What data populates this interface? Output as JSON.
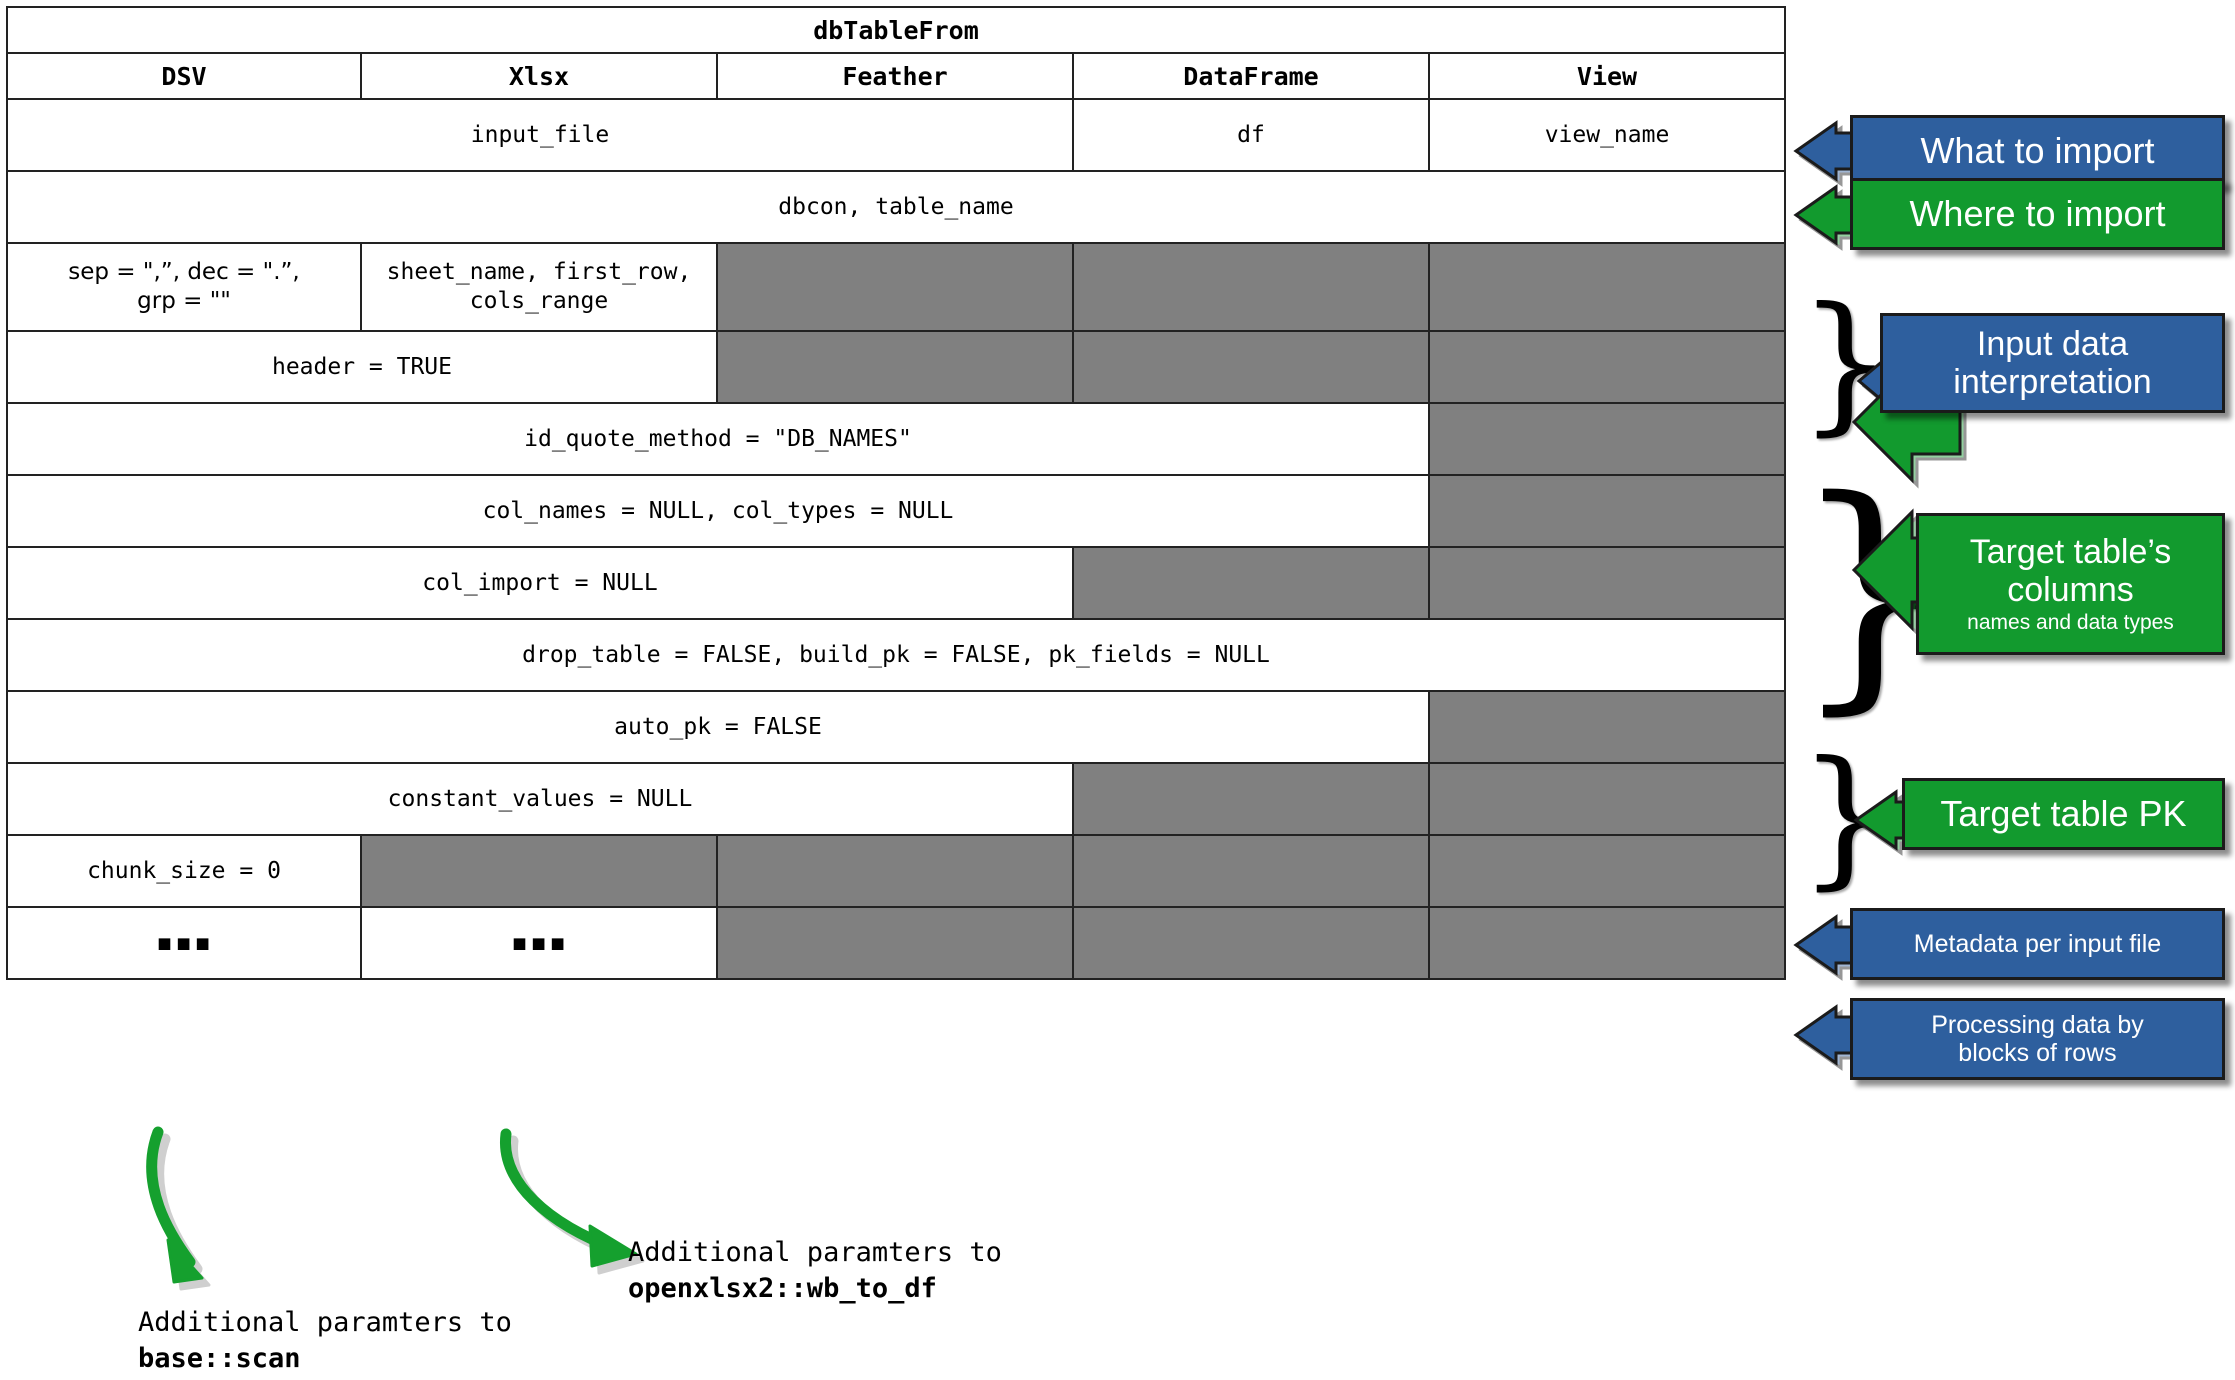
{
  "table": {
    "title": "dbTableFrom",
    "columns": [
      "DSV",
      "Xlsx",
      "Feather",
      "DataFrame",
      "View"
    ],
    "rows": [
      {
        "name": "what-to-import",
        "cells": [
          {
            "text": "input_file",
            "span": 3,
            "gray": false
          },
          {
            "text": "df",
            "span": 1,
            "gray": false
          },
          {
            "text": "view_name",
            "span": 1,
            "gray": false
          }
        ]
      },
      {
        "name": "where-to-import",
        "cells": [
          {
            "text": "dbcon, table_name",
            "span": 5,
            "gray": false
          }
        ]
      },
      {
        "name": "separators",
        "cells": [
          {
            "text": "sep = \",”, dec = \".”,\ngrp = \"\"",
            "span": 1,
            "gray": false,
            "sans": true
          },
          {
            "text": "sheet_name, first_row,\ncols_range",
            "span": 1,
            "gray": false
          },
          {
            "text": "",
            "span": 1,
            "gray": true
          },
          {
            "text": "",
            "span": 1,
            "gray": true
          },
          {
            "text": "",
            "span": 1,
            "gray": true
          }
        ]
      },
      {
        "name": "header",
        "cells": [
          {
            "text": "header = TRUE",
            "span": 2,
            "gray": false
          },
          {
            "text": "",
            "span": 1,
            "gray": true
          },
          {
            "text": "",
            "span": 1,
            "gray": true
          },
          {
            "text": "",
            "span": 1,
            "gray": true
          }
        ]
      },
      {
        "name": "id-quote-method",
        "cells": [
          {
            "text": "id_quote_method = \"DB_NAMES\"",
            "span": 4,
            "gray": false
          },
          {
            "text": "",
            "span": 1,
            "gray": true
          }
        ]
      },
      {
        "name": "col-names-types",
        "cells": [
          {
            "text": "col_names = NULL, col_types = NULL",
            "span": 4,
            "gray": false
          },
          {
            "text": "",
            "span": 1,
            "gray": true
          }
        ]
      },
      {
        "name": "col-import",
        "cells": [
          {
            "text": "col_import = NULL",
            "span": 3,
            "gray": false
          },
          {
            "text": "",
            "span": 1,
            "gray": true
          },
          {
            "text": "",
            "span": 1,
            "gray": true
          }
        ]
      },
      {
        "name": "drop-table-build-pk",
        "cells": [
          {
            "text": "drop_table = FALSE, build_pk = FALSE, pk_fields = NULL",
            "span": 5,
            "gray": false
          }
        ]
      },
      {
        "name": "auto-pk",
        "cells": [
          {
            "text": "auto_pk = FALSE",
            "span": 4,
            "gray": false
          },
          {
            "text": "",
            "span": 1,
            "gray": true
          }
        ]
      },
      {
        "name": "constant-values",
        "cells": [
          {
            "text": "constant_values = NULL",
            "span": 3,
            "gray": false
          },
          {
            "text": "",
            "span": 1,
            "gray": true
          },
          {
            "text": "",
            "span": 1,
            "gray": true
          }
        ]
      },
      {
        "name": "chunk-size",
        "cells": [
          {
            "text": "chunk_size = 0",
            "span": 1,
            "gray": false
          },
          {
            "text": "",
            "span": 1,
            "gray": true
          },
          {
            "text": "",
            "span": 1,
            "gray": true
          },
          {
            "text": "",
            "span": 1,
            "gray": true
          },
          {
            "text": "",
            "span": 1,
            "gray": true
          }
        ]
      },
      {
        "name": "ellipsis",
        "cells": [
          {
            "text": "▪▪▪",
            "span": 1,
            "gray": false,
            "dots": true
          },
          {
            "text": "▪▪▪",
            "span": 1,
            "gray": false,
            "dots": true
          },
          {
            "text": "",
            "span": 1,
            "gray": true
          },
          {
            "text": "",
            "span": 1,
            "gray": true
          },
          {
            "text": "",
            "span": 1,
            "gray": true
          }
        ]
      }
    ]
  },
  "callouts": [
    {
      "name": "what-to-import",
      "label": "What to import",
      "sub": "",
      "color": "blue"
    },
    {
      "name": "where-to-import",
      "label": "Where to import",
      "sub": "",
      "color": "green"
    },
    {
      "name": "input-data-interpretation",
      "label": "Input data\ninterpretation",
      "sub": "",
      "color": "blue"
    },
    {
      "name": "target-table-columns",
      "label": "Target table’s\ncolumns",
      "sub": "names and data types",
      "color": "green"
    },
    {
      "name": "target-table-pk",
      "label": "Target table PK",
      "sub": "",
      "color": "green"
    },
    {
      "name": "metadata-per-input-file",
      "label": "Metadata per input file",
      "sub": "",
      "color": "blue"
    },
    {
      "name": "processing-data-blocks",
      "label": "Processing data by\nblocks of rows",
      "sub": "",
      "color": "blue"
    }
  ],
  "notes": [
    {
      "name": "note-base-scan",
      "line1": "Additional paramters to",
      "line2": "base::scan"
    },
    {
      "name": "note-wb-to-df",
      "line1": "Additional paramters to",
      "line2": "openxlsx2::wb_to_df"
    }
  ],
  "colors": {
    "blue": "#2E5F9E",
    "green": "#129A2E",
    "gray_cell": "#808080",
    "border": "#222222",
    "arrow_green": "#15A02E"
  }
}
